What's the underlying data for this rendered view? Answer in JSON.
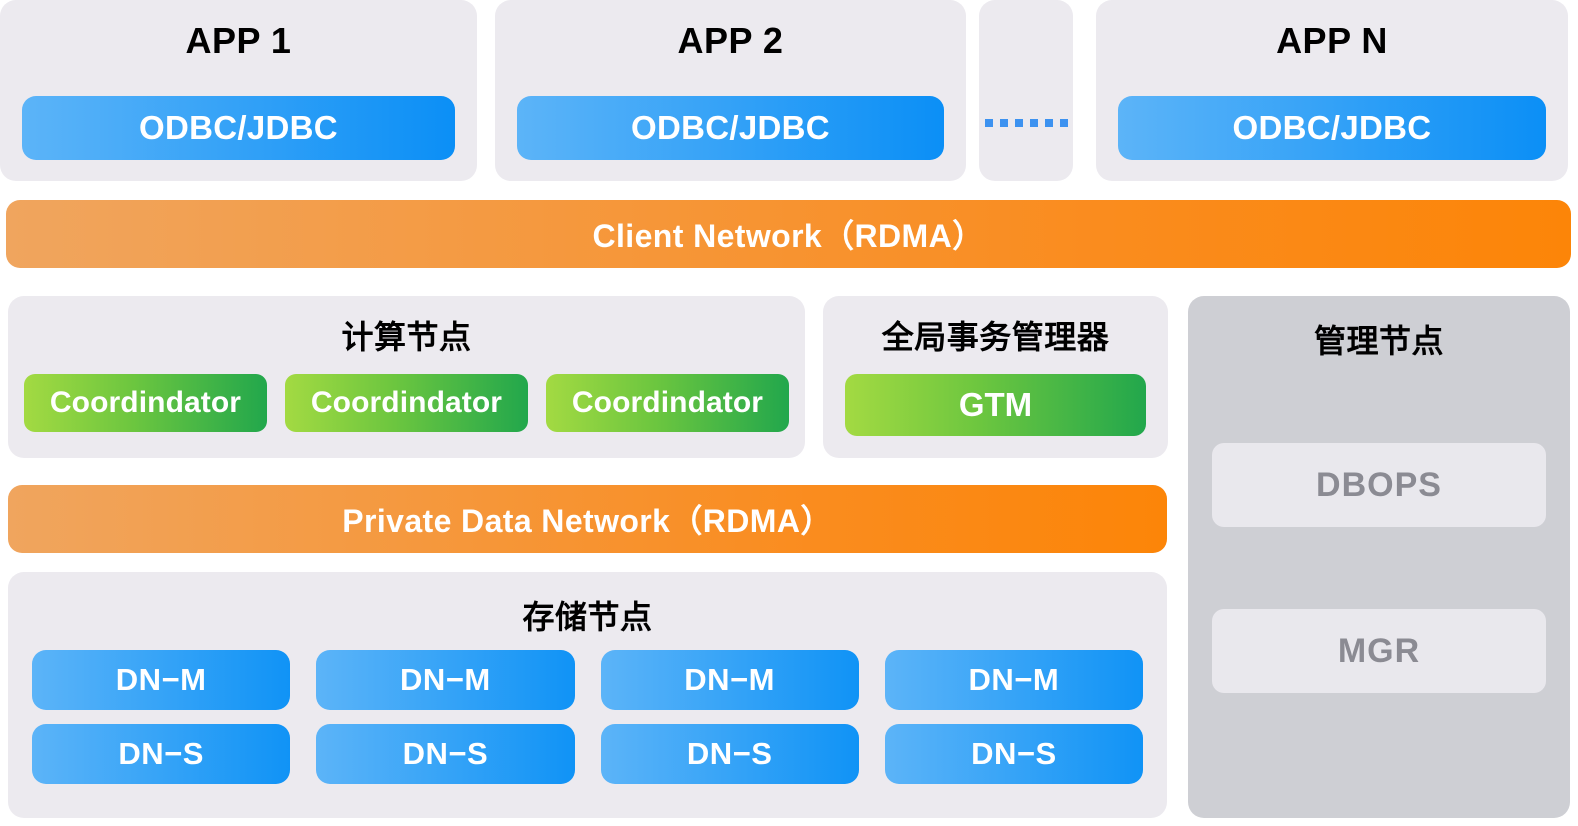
{
  "apps": {
    "cards": [
      {
        "title": "APP 1",
        "connector": "ODBC/JDBC"
      },
      {
        "title": "APP 2",
        "connector": "ODBC/JDBC"
      },
      {
        "title": "APP N",
        "connector": "ODBC/JDBC"
      }
    ],
    "ellipsis_dot_count": 6,
    "ellipsis_dot_color": "#3d92f0"
  },
  "networks": {
    "client": "Client Network（RDMA）",
    "private": "Private Data Network（RDMA）",
    "color_start": "#f0a55e",
    "color_end": "#fc8508"
  },
  "compute": {
    "title": "计算节点",
    "nodes": [
      {
        "label": "Coordindator"
      },
      {
        "label": "Coordindator"
      },
      {
        "label": "Coordindator"
      }
    ]
  },
  "gtm": {
    "title": "全局事务管理器",
    "node": "GTM"
  },
  "management": {
    "title": "管理节点",
    "items": [
      {
        "label": "DBOPS"
      },
      {
        "label": "MGR"
      }
    ],
    "panel_color": "#cecfd4",
    "item_color": "#e9e8ed",
    "item_text_color": "#8b8b93"
  },
  "storage": {
    "title": "存储节点",
    "groups": [
      {
        "master": "DN−M",
        "slave": "DN−S"
      },
      {
        "master": "DN−M",
        "slave": "DN−S"
      },
      {
        "master": "DN−M",
        "slave": "DN−S"
      },
      {
        "master": "DN−M",
        "slave": "DN−S"
      }
    ]
  },
  "theme": {
    "panel_bg": "#eceaef",
    "blue_start": "#5cb4f8",
    "blue_end": "#0b8ff6",
    "green_start": "#a3da42",
    "green_end": "#22a74c",
    "background": "#ffffff"
  }
}
